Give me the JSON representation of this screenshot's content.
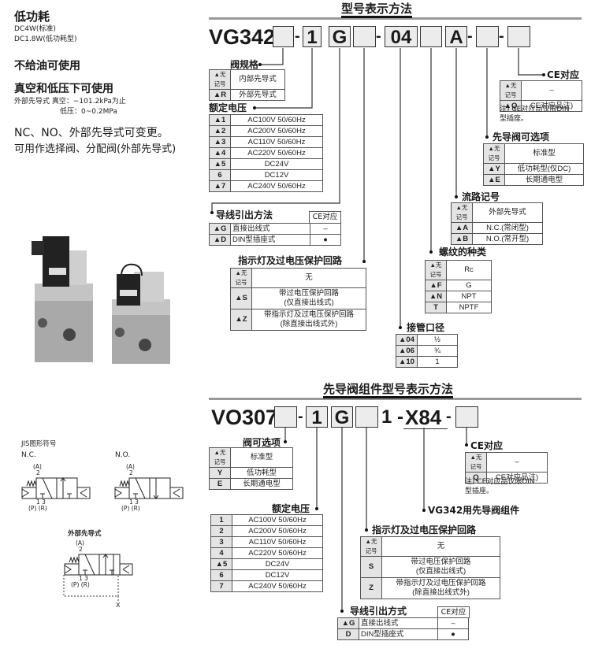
{
  "features": {
    "low_power": {
      "title": "低功耗",
      "lines": [
        "DC4W(标准)",
        "DC1.8W(低功耗型)"
      ]
    },
    "no_lube": "不给油可使用",
    "vacuum": {
      "title": "真空和低压下可使用",
      "line1": "外部先导式 真空：−101.2kPa为止",
      "line2": "低压：0~0.2MPa"
    },
    "nc_no": "NC、NO、外部先导式可变更。",
    "selector": "可用作选择阀、分配阀(外部先导式)"
  },
  "symbols": {
    "title": "JIS图形符号",
    "nc": "N.C.",
    "no": "N.O.",
    "ext": "外部先导式",
    "port_a": "(A)",
    "port_2": "2",
    "port_13": "1 3",
    "port_pr": "(P) (R)",
    "port_x": "X"
  },
  "top": {
    "title": "型号表示方法",
    "model": "VG342",
    "code_boxes": [
      "",
      "1",
      "G",
      "",
      "04",
      "",
      "A",
      "",
      ""
    ],
    "dash": "-",
    "valve_spec": {
      "label": "阀规格",
      "rows": [
        [
          "▲无记号",
          "内部先导式"
        ],
        [
          "▲R",
          "外部先导式"
        ]
      ]
    },
    "voltage": {
      "label": "额定电压",
      "rows": [
        [
          "▲1",
          "AC100V 50/60Hz"
        ],
        [
          "▲2",
          "AC200V 50/60Hz"
        ],
        [
          "▲3",
          "AC110V 50/60Hz"
        ],
        [
          "▲4",
          "AC220V 50/60Hz"
        ],
        [
          "▲5",
          "DC24V"
        ],
        [
          "6",
          "DC12V"
        ],
        [
          "▲7",
          "AC240V 50/60Hz"
        ]
      ]
    },
    "wiring": {
      "label": "导线引出方法",
      "ce_header": "CE对应",
      "rows": [
        [
          "▲G",
          "直接出线式",
          "–"
        ],
        [
          "▲D",
          "DIN型插座式",
          "●"
        ]
      ]
    },
    "indicator": {
      "label": "指示灯及过电压保护回路",
      "rows": [
        [
          "▲无记号",
          "无"
        ],
        [
          "▲S",
          "带过电压保护回路\n(仅直接出线式)"
        ],
        [
          "▲Z",
          "带指示灯及过电压保护回路\n(除直接出线式外)"
        ]
      ]
    },
    "port_size": {
      "label": "接管口径",
      "rows": [
        [
          "▲04",
          "½"
        ],
        [
          "▲06",
          "¾"
        ],
        [
          "▲10",
          "1"
        ]
      ]
    },
    "thread": {
      "label": "螺纹的种类",
      "rows": [
        [
          "▲无记号",
          "Rc"
        ],
        [
          "▲F",
          "G"
        ],
        [
          "▲N",
          "NPT"
        ],
        [
          "T",
          "NPTF"
        ]
      ]
    },
    "flow": {
      "label": "流路记号",
      "rows": [
        [
          "▲无记号",
          "外部先导式"
        ],
        [
          "▲A",
          "N.C.(常闭型)"
        ],
        [
          "▲B",
          "N.O.(常开型)"
        ]
      ]
    },
    "pilot_option": {
      "label": "先导阀可选项",
      "rows": [
        [
          "▲无记号",
          "标准型"
        ],
        [
          "▲Y",
          "低功耗型(仅DC)"
        ],
        [
          "▲E",
          "长期通电型"
        ]
      ]
    },
    "ce": {
      "label": "CE对应",
      "rows": [
        [
          "▲无记号",
          "–"
        ],
        [
          "▲Q",
          "CE对应品注)"
        ]
      ],
      "note": "注) CE对应品仅限DIN\n    型插座。"
    }
  },
  "bottom": {
    "title": "先导阀组件型号表示方法",
    "model": "VO307",
    "code_boxes": [
      "",
      "1",
      "G",
      "",
      ""
    ],
    "fixed": "1 -",
    "suffix": "X84",
    "dash": "-",
    "valve_option": {
      "label": "阀可选项",
      "rows": [
        [
          "▲无记号",
          "标准型"
        ],
        [
          "Y",
          "低功耗型"
        ],
        [
          "E",
          "长期通电型"
        ]
      ]
    },
    "ce": {
      "label": "CE对应",
      "rows": [
        [
          "▲无记号",
          "–"
        ],
        [
          "Q",
          "CE对应品注)"
        ]
      ],
      "note": "注) CE对应品仅限DIN\n    型插座。"
    },
    "assembly": "VG342用先导阀组件",
    "voltage": {
      "label": "额定电压",
      "rows": [
        [
          "1",
          "AC100V 50/60Hz"
        ],
        [
          "2",
          "AC200V 50/60Hz"
        ],
        [
          "3",
          "AC110V 50/60Hz"
        ],
        [
          "4",
          "AC220V 50/60Hz"
        ],
        [
          "▲5",
          "DC24V"
        ],
        [
          "6",
          "DC12V"
        ],
        [
          "7",
          "AC240V 50/60Hz"
        ]
      ]
    },
    "indicator": {
      "label": "指示灯及过电压保护回路",
      "rows": [
        [
          "▲无记号",
          "无"
        ],
        [
          "S",
          "带过电压保护回路\n(仅直接出线式)"
        ],
        [
          "Z",
          "带指示灯及过电压保护回路\n(除直接出线式外)"
        ]
      ]
    },
    "wiring": {
      "label": "导线引出方式",
      "ce_header": "CE对应",
      "rows": [
        [
          "▲G",
          "直接出线式",
          "–"
        ],
        [
          "D",
          "DIN型插座式",
          "●"
        ]
      ]
    }
  }
}
